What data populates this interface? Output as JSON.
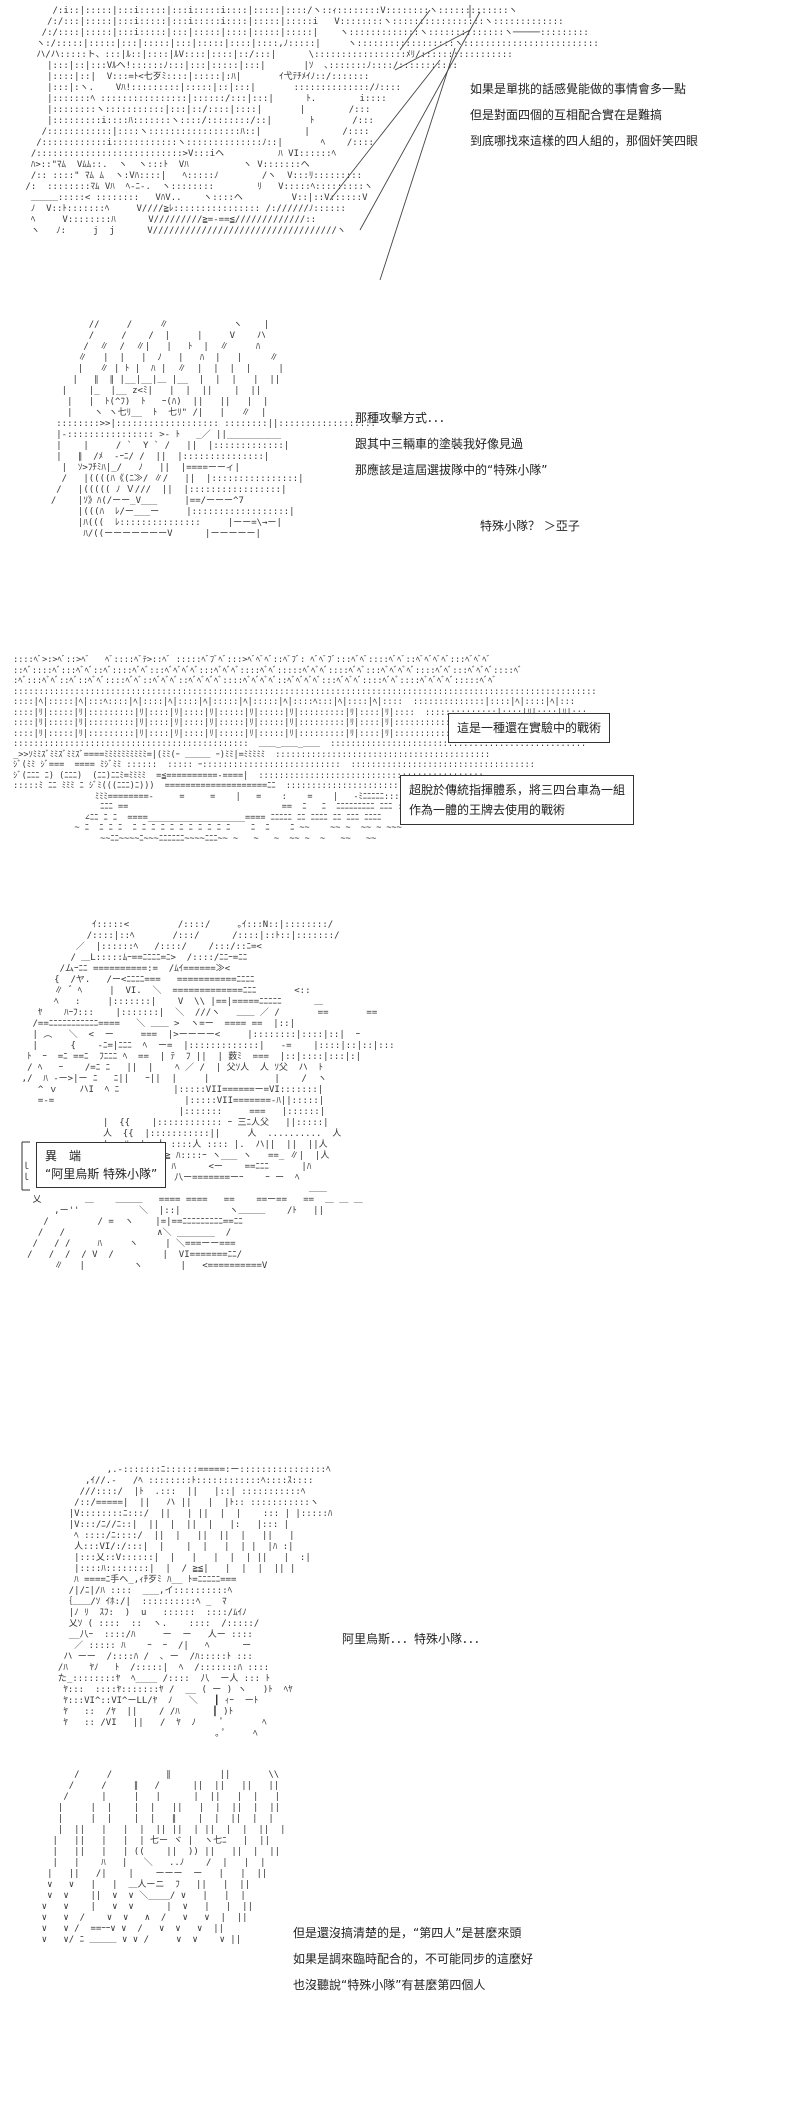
{
  "panels": [
    {
      "id": "panel-1",
      "dialog": [
        "如果是單挑的話感覺能做的事情會多一點",
        "但是對面四個的互相配合實在是難搞",
        "到底哪找來這樣的四人組的，那個奸笑四眼"
      ]
    },
    {
      "id": "panel-2",
      "dialog": [
        "那種攻擊方式．．．",
        "跟其中三輛車的塗裝我好像見過",
        "那應該是這屆選拔隊中的“特殊小隊”"
      ],
      "aside": "特殊小隊？ ＞亞子"
    },
    {
      "id": "panel-3",
      "box1": [
        "這是一種還在實驗中的戰術"
      ],
      "box2": [
        "超脫於傳統指揮體系，將三四台車為一組",
        "作為一體的王牌去使用的戰術"
      ]
    },
    {
      "id": "panel-4",
      "caption": [
        "異　端",
        "“阿里烏斯 特殊小隊”"
      ]
    },
    {
      "id": "panel-5",
      "dialog": [
        "阿里烏斯．．．特殊小隊．．．"
      ]
    },
    {
      "id": "panel-6",
      "dialog": [
        "但是還沒搞清楚的是，“第四人”是甚麼來頭",
        "如果是調來臨時配合的，不可能同步的這麼好",
        "也沒聽說“特殊小隊”有甚麼第四個人"
      ]
    }
  ]
}
